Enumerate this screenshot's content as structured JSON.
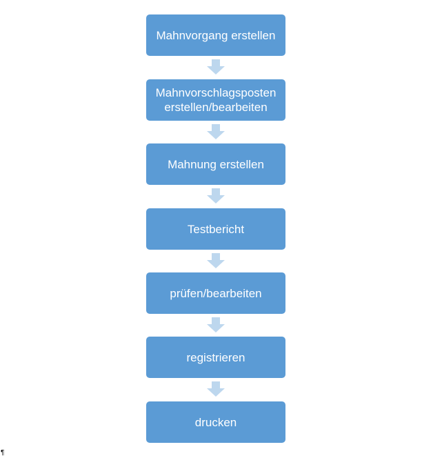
{
  "diagram": {
    "box_color": "#5b9bd5",
    "arrow_color": "#bdd7ee",
    "text_color": "#ffffff",
    "steps": [
      {
        "label": "Mahnvorgang erstellen"
      },
      {
        "label": "Mahnvorschlagsposten erstellen/bearbeiten"
      },
      {
        "label": "Mahnung erstellen"
      },
      {
        "label": "Testbericht"
      },
      {
        "label": "prüfen/bearbeiten"
      },
      {
        "label": "registrieren"
      },
      {
        "label": "drucken"
      }
    ]
  },
  "document": {
    "paragraph_mark": "¶"
  }
}
